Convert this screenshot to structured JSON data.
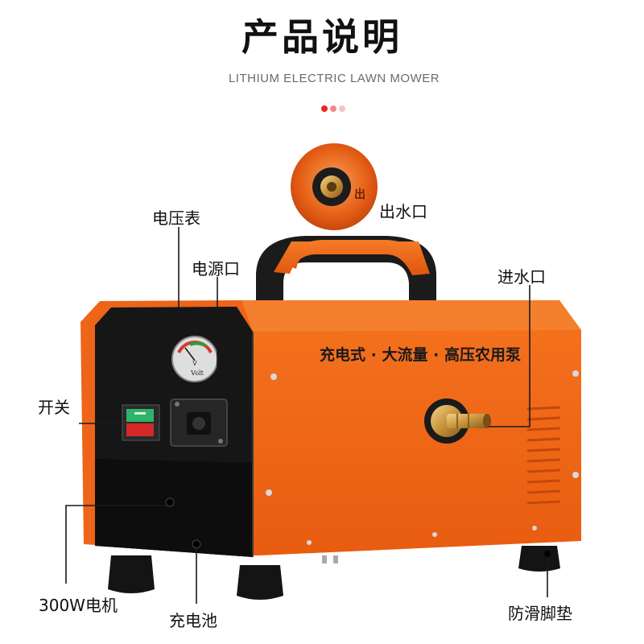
{
  "header": {
    "title": "产品说明",
    "subtitle": "LITHIUM ELECTRIC LAWN MOWER",
    "dot_colors": [
      "#e8291f",
      "#f08a86",
      "#f5c5c3"
    ]
  },
  "product": {
    "panel_text": "充电式 · 大流量 · 高压农用泵",
    "gauge_text": "Volt",
    "gauge_unit": "V",
    "outlet_mark": "出",
    "colors": {
      "body": "#f26a1b",
      "panel": "#1a1a1a",
      "brass": "#c8953e"
    }
  },
  "callouts": {
    "outlet": "出水口",
    "voltmeter": "电压表",
    "power_port": "电源口",
    "inlet": "进水口",
    "switch": "开关",
    "motor": "300W电机",
    "battery": "充电池",
    "foot_pad": "防滑脚垫"
  }
}
